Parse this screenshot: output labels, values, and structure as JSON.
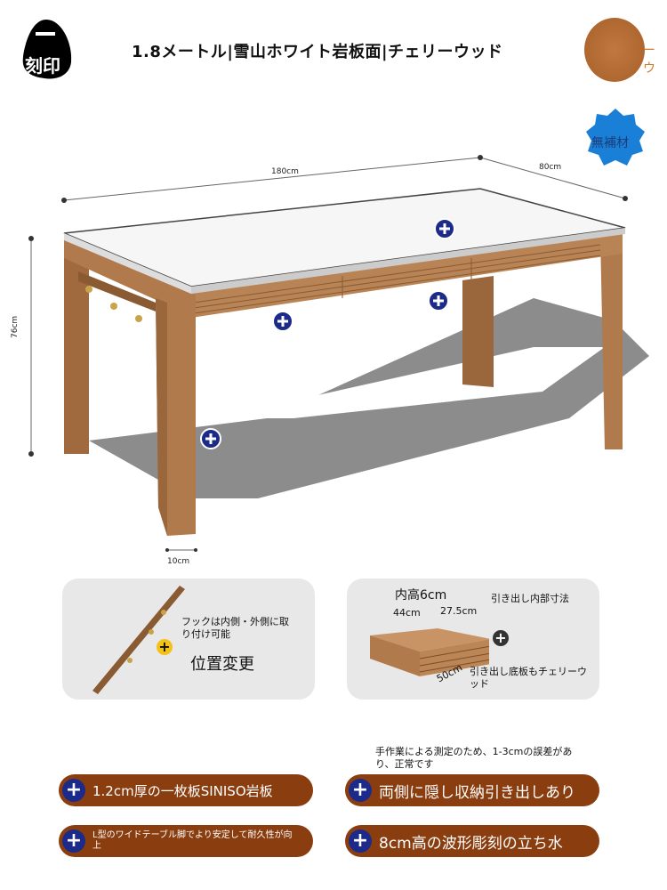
{
  "header": {
    "stamp_label": "刻印",
    "title": "1.8メートル|雪山ホワイト岩板面|チェリーウッド",
    "swatch_label": "ーウ",
    "badge_label": "無補材"
  },
  "dimensions": {
    "length": "180cm",
    "depth": "80cm",
    "height": "76cm",
    "leg_width": "10cm"
  },
  "hook_panel": {
    "note": "フックは内側・外側に取り付け可能",
    "heading": "位置変更"
  },
  "drawer_panel": {
    "inner_height": "内高6cm",
    "title": "引き出し内部寸法",
    "width1": "44cm",
    "width2": "27.5cm",
    "depth": "50cm",
    "note": "引き出し底板もチェリーウッド"
  },
  "disclaimer": "手作業による測定のため、1-3cmの誤差があり、正常です",
  "features": [
    "1.2cm厚の一枚板SINISO岩板",
    "両側に隠し収納引き出しあり",
    "L型のワイドテーブル脚でより安定して耐久性が向上",
    "8cm高の波形彫刻の立ち水"
  ],
  "colors": {
    "wood": "#b07a4c",
    "pill": "#8a3e10",
    "plus": "#1c2a8a",
    "badge": "#1a7fd6"
  }
}
